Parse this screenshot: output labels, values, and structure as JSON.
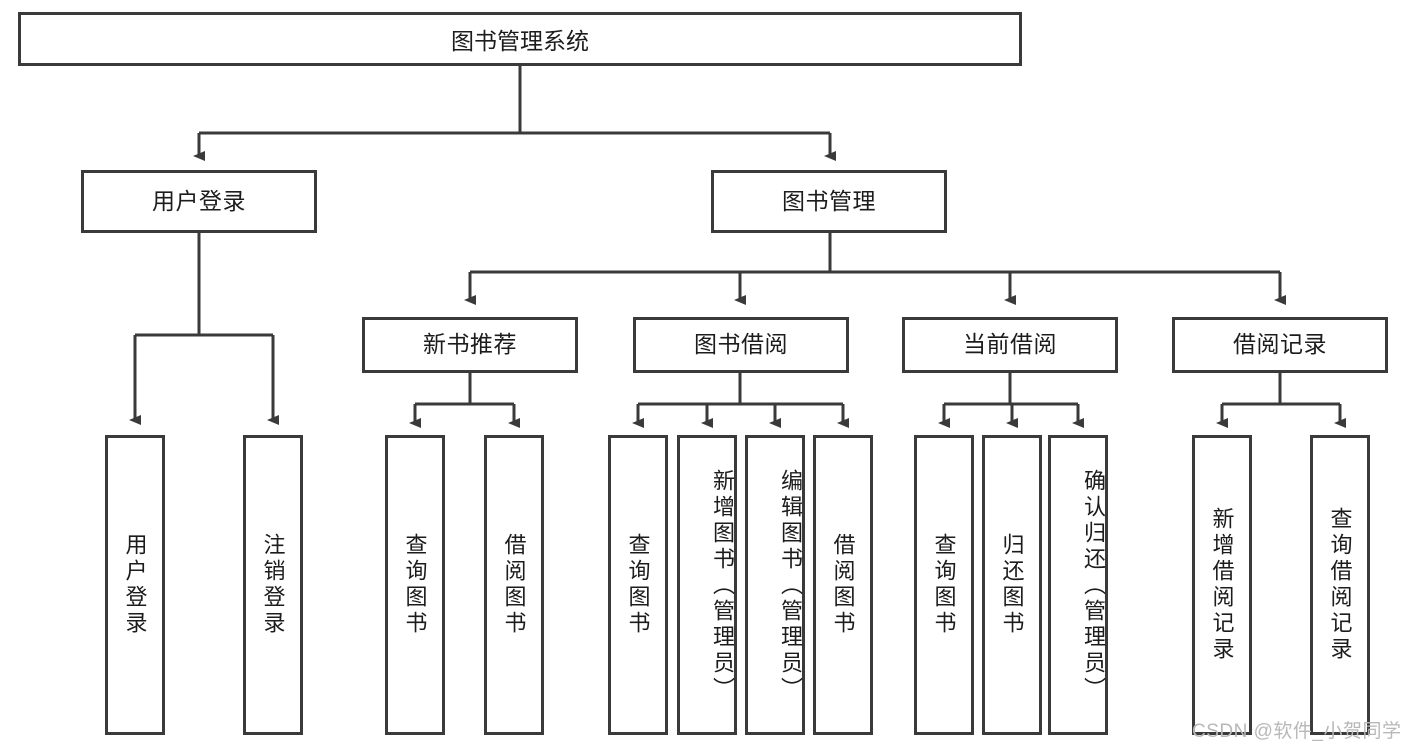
{
  "diagram": {
    "type": "tree-hierarchy",
    "title": "图书管理系统",
    "levels": 4,
    "nodes": {
      "root": {
        "label": "图书管理系统"
      },
      "level2": [
        {
          "id": "user-login",
          "label": "用户登录"
        },
        {
          "id": "book-manage",
          "label": "图书管理"
        }
      ],
      "level3": [
        {
          "id": "new-book-recommend",
          "label": "新书推荐",
          "parent": "book-manage"
        },
        {
          "id": "book-borrow",
          "label": "图书借阅",
          "parent": "book-manage"
        },
        {
          "id": "current-borrow",
          "label": "当前借阅",
          "parent": "book-manage"
        },
        {
          "id": "borrow-record",
          "label": "借阅记录",
          "parent": "book-manage"
        }
      ],
      "leaves": [
        {
          "id": "leaf-user-login",
          "label": "用户登录",
          "parent": "user-login"
        },
        {
          "id": "leaf-logout-login",
          "label": "注销登录",
          "parent": "user-login"
        },
        {
          "id": "leaf-query-book-1",
          "label": "查询图书",
          "parent": "new-book-recommend"
        },
        {
          "id": "leaf-borrow-book-1",
          "label": "借阅图书",
          "parent": "new-book-recommend"
        },
        {
          "id": "leaf-query-book-2",
          "label": "查询图书",
          "parent": "book-borrow"
        },
        {
          "id": "leaf-add-book",
          "label": "新增图书（管理员）",
          "parent": "book-borrow"
        },
        {
          "id": "leaf-edit-book",
          "label": "编辑图书（管理员）",
          "parent": "book-borrow"
        },
        {
          "id": "leaf-borrow-book-2",
          "label": "借阅图书",
          "parent": "book-borrow"
        },
        {
          "id": "leaf-query-book-3",
          "label": "查询图书",
          "parent": "current-borrow"
        },
        {
          "id": "leaf-return-book",
          "label": "归还图书",
          "parent": "current-borrow"
        },
        {
          "id": "leaf-confirm-return",
          "label": "确认归还（管理员）",
          "parent": "current-borrow"
        },
        {
          "id": "leaf-add-record",
          "label": "新增借阅记录",
          "parent": "borrow-record"
        },
        {
          "id": "leaf-query-record",
          "label": "查询借阅记录",
          "parent": "borrow-record"
        }
      ]
    },
    "colors": {
      "stroke": "#3a3a3a",
      "fill": "#ffffff",
      "text": "#1c1c1c",
      "watermark": "#b8b8b8"
    }
  },
  "watermark": {
    "text": "CSDN @软件_小贺同学"
  }
}
